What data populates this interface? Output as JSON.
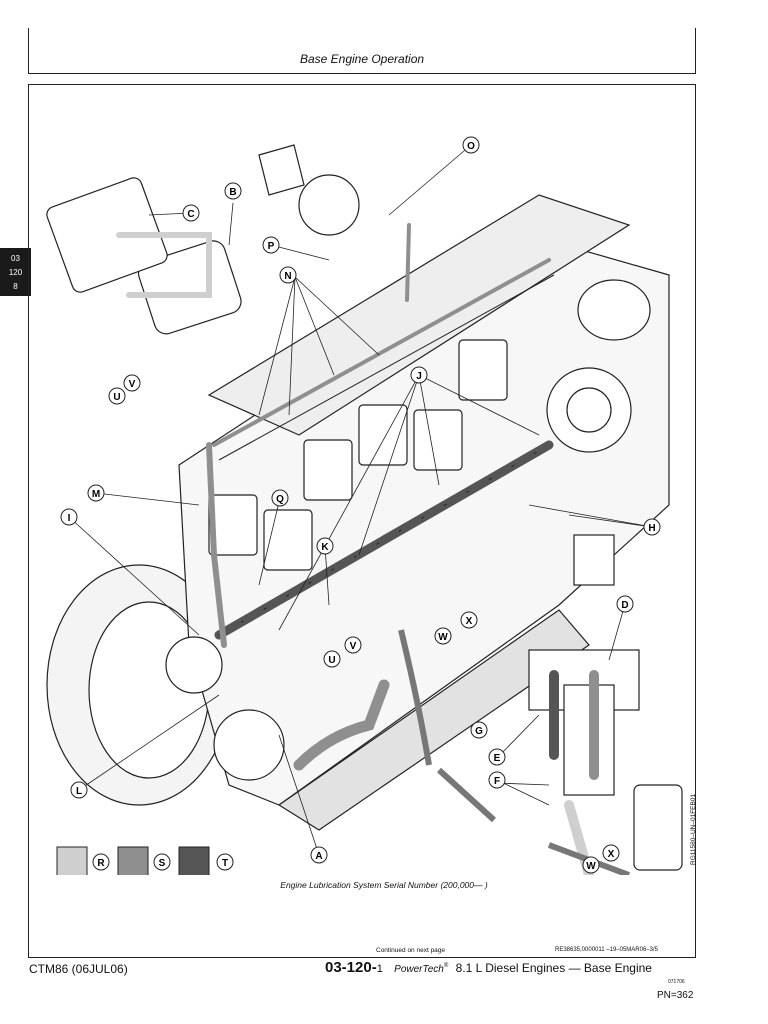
{
  "header": {
    "title": "Base Engine Operation"
  },
  "side_tab": {
    "line1": "03",
    "line2": "120",
    "line3": "8"
  },
  "figure": {
    "caption": "Engine Lubrication System Serial Number (200,000— )",
    "continued": "Continued on next page",
    "ref": "RE38635,0000011 –19–05MAR06–3/5",
    "vertical_ref": "RG11580–UN–01FEB01",
    "callouts": [
      "A",
      "B",
      "C",
      "D",
      "E",
      "F",
      "G",
      "H",
      "I",
      "J",
      "K",
      "L",
      "M",
      "N",
      "O",
      "P",
      "Q",
      "U",
      "V",
      "W",
      "X"
    ],
    "legend": [
      {
        "letter": "R",
        "color": "#cfcfcf"
      },
      {
        "letter": "S",
        "color": "#8f8f8f"
      },
      {
        "letter": "T",
        "color": "#555555"
      }
    ]
  },
  "footer": {
    "manual": "CTM86 (06JUL06)",
    "page": "03-120-",
    "page_sub": "1",
    "brand": "PowerTech",
    "engine_title": "8.1 L Diesel Engines — Base Engine",
    "date_code": "071706",
    "pn": "PN=362"
  }
}
